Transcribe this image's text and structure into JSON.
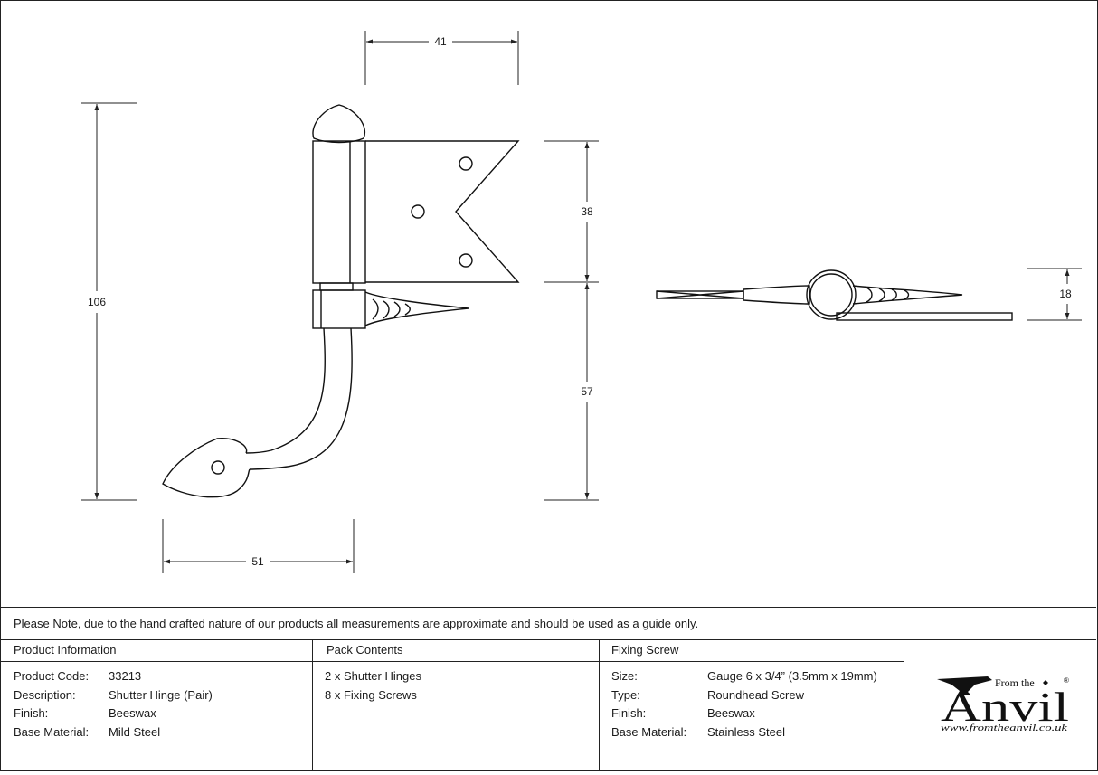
{
  "dimensions": {
    "top_width": "41",
    "overall_height": "106",
    "upper_height": "38",
    "lower_height": "57",
    "bottom_width": "51",
    "side_thickness": "18"
  },
  "note": "Please Note, due to the hand crafted nature of our products all measurements are approximate and should be used as a guide only.",
  "product_info": {
    "title": "Product Information",
    "rows": [
      {
        "label": "Product Code:",
        "value": "33213"
      },
      {
        "label": "Description:",
        "value": "Shutter Hinge (Pair)"
      },
      {
        "label": "Finish:",
        "value": "Beeswax"
      },
      {
        "label": "Base Material:",
        "value": "Mild Steel"
      }
    ]
  },
  "pack_contents": {
    "title": "Pack Contents",
    "items": [
      "2 x Shutter Hinges",
      "8 x Fixing Screws"
    ]
  },
  "fixing_screw": {
    "title": "Fixing Screw",
    "rows": [
      {
        "label": "Size:",
        "value": "Gauge 6 x 3/4” (3.5mm x 19mm)"
      },
      {
        "label": "Type:",
        "value": "Roundhead Screw"
      },
      {
        "label": "Finish:",
        "value": "Beeswax"
      },
      {
        "label": "Base Material:",
        "value": "Stainless Steel"
      }
    ]
  },
  "logo": {
    "from_the": "From the",
    "name": "Anvil",
    "registered": "®",
    "url": "www.fromtheanvil.co.uk"
  }
}
